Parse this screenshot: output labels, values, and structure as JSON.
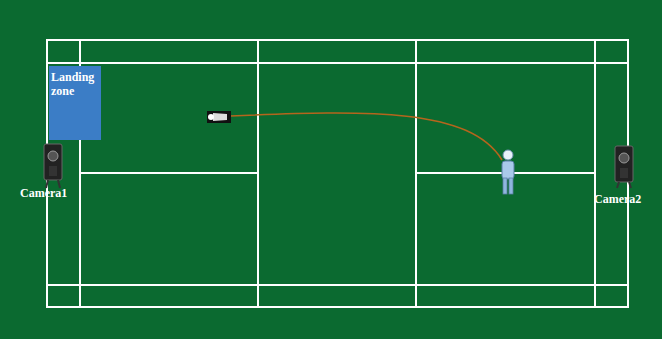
{
  "diagram": {
    "nodes": [
      {
        "text": [
          "Landing zone"
        ]
      }
    ],
    "labels": [
      "Camera1",
      "Camera2"
    ]
  }
}
